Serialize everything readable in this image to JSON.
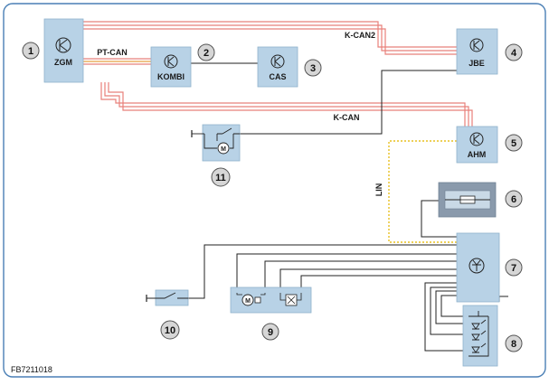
{
  "diagram": {
    "figure_code": "FB7211018",
    "buses": {
      "k_can2": "K-CAN2",
      "pt_can": "PT-CAN",
      "k_can": "K-CAN",
      "lin": "LIN"
    },
    "modules": [
      {
        "id": "zgm",
        "number": "1",
        "label": "ZGM"
      },
      {
        "id": "kombi",
        "number": "2",
        "label": "KOMBI"
      },
      {
        "id": "cas",
        "number": "3",
        "label": "CAS"
      },
      {
        "id": "jbe",
        "number": "4",
        "label": "JBE"
      },
      {
        "id": "ahm",
        "number": "5",
        "label": "AHM"
      },
      {
        "id": "fuse-unit",
        "number": "6",
        "label": ""
      },
      {
        "id": "trailer-module",
        "number": "7",
        "label": ""
      },
      {
        "id": "led-unit",
        "number": "8",
        "label": ""
      },
      {
        "id": "motor-unit",
        "number": "9",
        "label": ""
      },
      {
        "id": "switch",
        "number": "10",
        "label": ""
      },
      {
        "id": "motor-switch",
        "number": "11",
        "label": ""
      }
    ],
    "colors": {
      "can_bus": "#e8807a",
      "pt_can_bus": "#e8a040",
      "lin_bus": "#e8c020",
      "box_fill": "#b8d2e6",
      "dark_box": "#8a9aac",
      "number_bubble": "#d6d6d6",
      "frame_border": "#4a7fb5"
    }
  }
}
